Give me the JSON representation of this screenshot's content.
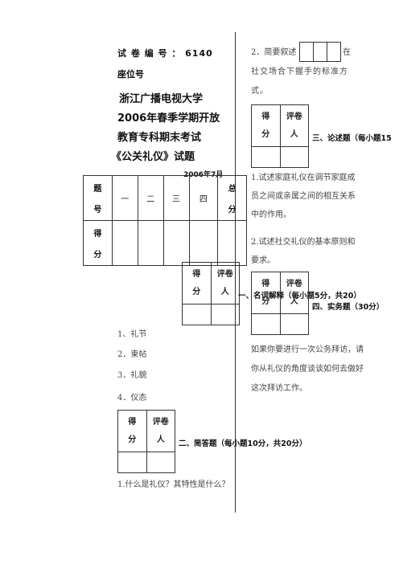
{
  "header": {
    "exam_no_label": "试 卷 编 号 ： 6140",
    "seat_label": "座位号",
    "school": "浙江广播电视大学",
    "term": "2006年春季学期开放",
    "level": "教育专科期末考试",
    "course": "《公关礼仪》试题",
    "date": "2006年7月"
  },
  "summary_table": {
    "row1": [
      "题",
      "一",
      "二",
      "三",
      "四",
      "总"
    ],
    "row1_sub": [
      "号",
      "",
      "",
      "",
      "",
      "分"
    ],
    "row2_label": [
      "得",
      "分"
    ]
  },
  "score_box": {
    "score": [
      "得",
      "分"
    ],
    "grader": [
      "评卷",
      "人"
    ]
  },
  "sections": {
    "s1_title": "一、名词解释（每小题5分，共20）",
    "s1_items": [
      "1、礼节",
      "2．柬帖",
      "3．礼貌",
      "4．仪态"
    ],
    "s2_title": "二、简答题（每小题10分，共20分）",
    "s2_q1": "1.什么是礼仪？其特性是什么？",
    "s2_q2a": "2．简要叙述",
    "s2_q2b": "在",
    "s2_q2c": "社交场合下握手的标准方式。",
    "s3_title": "三、论述题（每小题15",
    "s3_q1": "1.试述家庭礼仪在调节家庭成员之间或亲属之间的相互关系中的作用。",
    "s3_q2": "2.试述社交礼仪的基本原则和要求。",
    "s4_title": "四、实务题（30分）",
    "s4_text": "如果你要进行一次公务拜访，请你从礼仪的角度谈谈如何去做好这次拜访工作。"
  }
}
